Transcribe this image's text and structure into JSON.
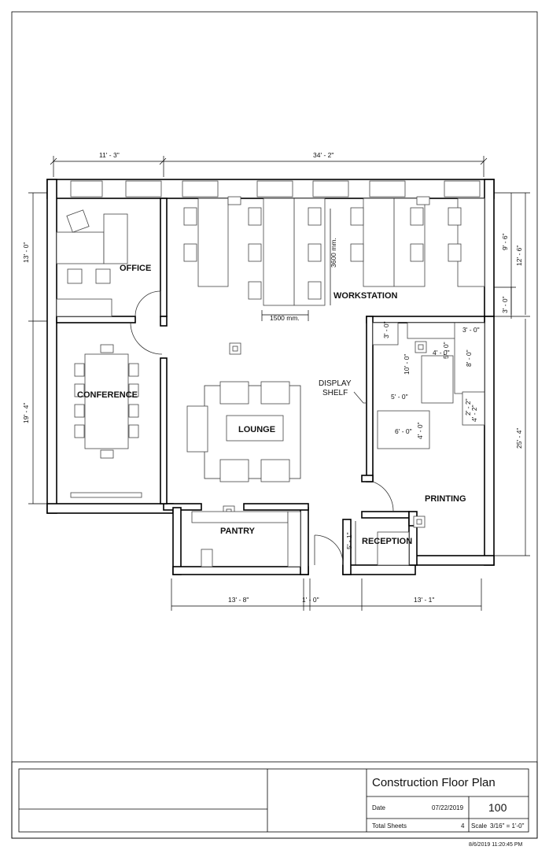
{
  "rooms": {
    "office": "OFFICE",
    "conference": "CONFERENCE",
    "workstation": "WORKSTATION",
    "lounge": "LOUNGE",
    "pantry": "PANTRY",
    "reception": "RECEPTION",
    "printing": "PRINTING",
    "display_shelf_line1": "DISPLAY",
    "display_shelf_line2": "SHELF"
  },
  "dimensions": {
    "top_left": "11' - 3\"",
    "top_right": "34' - 2\"",
    "left_upper": "13' - 0\"",
    "left_lower": "19' - 4\"",
    "right_a": "9' - 6\"",
    "right_b": "12' - 6\"",
    "right_c": "3' - 0\"",
    "right_d": "25' - 4\"",
    "bottom_a": "13' - 8\"",
    "bottom_b": "1' - 0\"",
    "bottom_c": "13' - 1\"",
    "ws_depth": "3600 mm.",
    "ws_width": "1500 mm.",
    "p1": "3' - 0\"",
    "p2": "3' - 0\"",
    "p3": "4' - 0\"",
    "p4": "5' - 0\"",
    "p5": "8' - 0\"",
    "p6": "10' - 0\"",
    "p7": "5' - 0\"",
    "p8": "6' - 0\"",
    "p9": "4' - 0\"",
    "p10": "2' - 2\"",
    "p11": "4' - 2\"",
    "reception_dim": "5' - 1\""
  },
  "title_block": {
    "title": "Construction Floor Plan",
    "date_label": "Date",
    "date_value": "07/22/2019",
    "sheet_number": "100",
    "total_sheets_label": "Total Sheets",
    "total_sheets_value": "4",
    "scale_label": "Scale",
    "scale_value": "3/16\" = 1'-0\"",
    "timestamp": "8/6/2019 11:20:45 PM"
  }
}
